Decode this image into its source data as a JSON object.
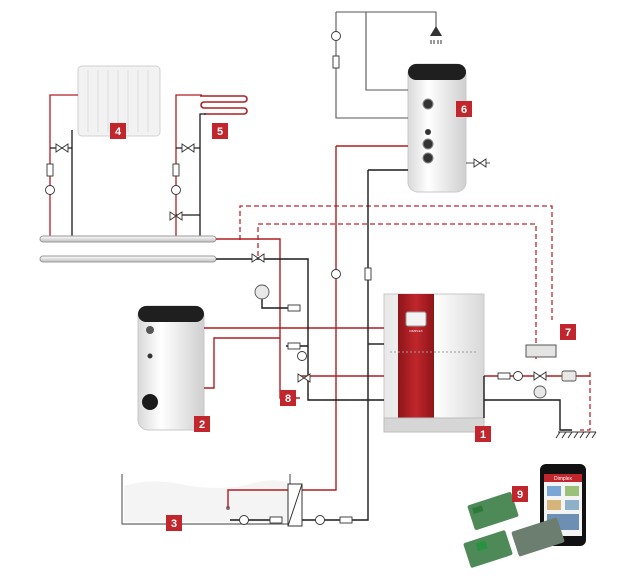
{
  "badges": [
    {
      "id": "1",
      "label": "1"
    },
    {
      "id": "2",
      "label": "2"
    },
    {
      "id": "3",
      "label": "3"
    },
    {
      "id": "4",
      "label": "4"
    },
    {
      "id": "5",
      "label": "5"
    },
    {
      "id": "6",
      "label": "6"
    },
    {
      "id": "7",
      "label": "7"
    },
    {
      "id": "8",
      "label": "8"
    },
    {
      "id": "9",
      "label": "9"
    }
  ],
  "heat_pump": {
    "brand": "DIMPLEX"
  },
  "phone": {
    "brand": "Dimplex"
  },
  "colors": {
    "flow": "#b01e23",
    "return": "#1a1a1a",
    "signal": "#c0262c",
    "badge": "#c0262c",
    "cold_water": "#555555"
  }
}
